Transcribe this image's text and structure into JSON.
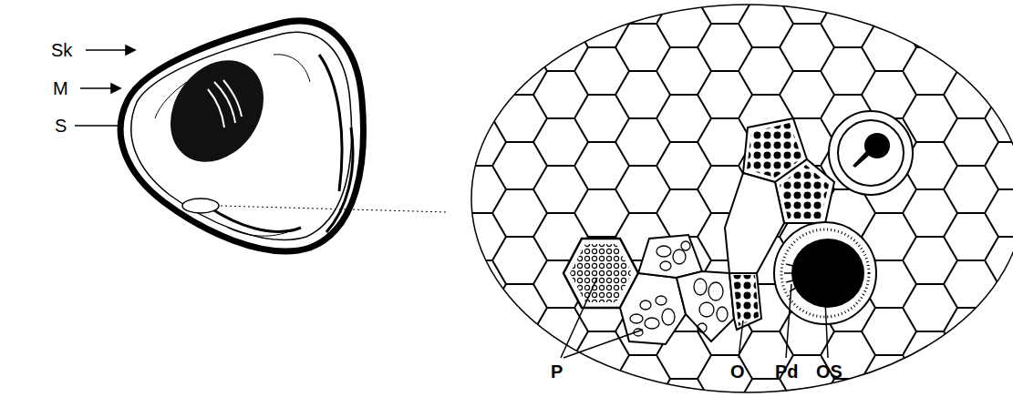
{
  "diagram": {
    "labels": [
      "Sk",
      "M",
      "S",
      "P",
      "O",
      "Pd",
      "OS"
    ]
  }
}
